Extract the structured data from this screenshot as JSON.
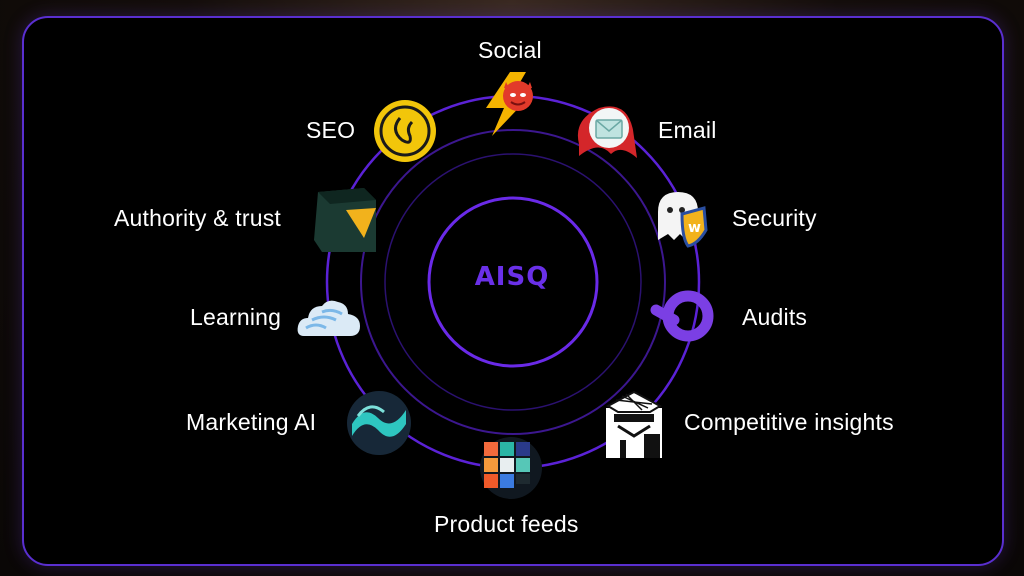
{
  "center": {
    "title": "AISQ",
    "accent_color": "#6a30e8"
  },
  "frame": {
    "border_color": "#5a2fd0"
  },
  "categories": [
    {
      "label": "Social",
      "icon": "lightning-devil-icon"
    },
    {
      "label": "Email",
      "icon": "envelope-cape-icon"
    },
    {
      "label": "Security",
      "icon": "ghost-shield-icon"
    },
    {
      "label": "Audits",
      "icon": "ring-icon"
    },
    {
      "label": "Competitive insights",
      "icon": "spy-fox-icon"
    },
    {
      "label": "Product feeds",
      "icon": "color-grid-icon"
    },
    {
      "label": "Marketing AI",
      "icon": "wave-sphere-icon"
    },
    {
      "label": "Learning",
      "icon": "cloud-icon"
    },
    {
      "label": "Authority & trust",
      "icon": "cube-icon"
    },
    {
      "label": "SEO",
      "icon": "gold-coin-icon"
    }
  ]
}
